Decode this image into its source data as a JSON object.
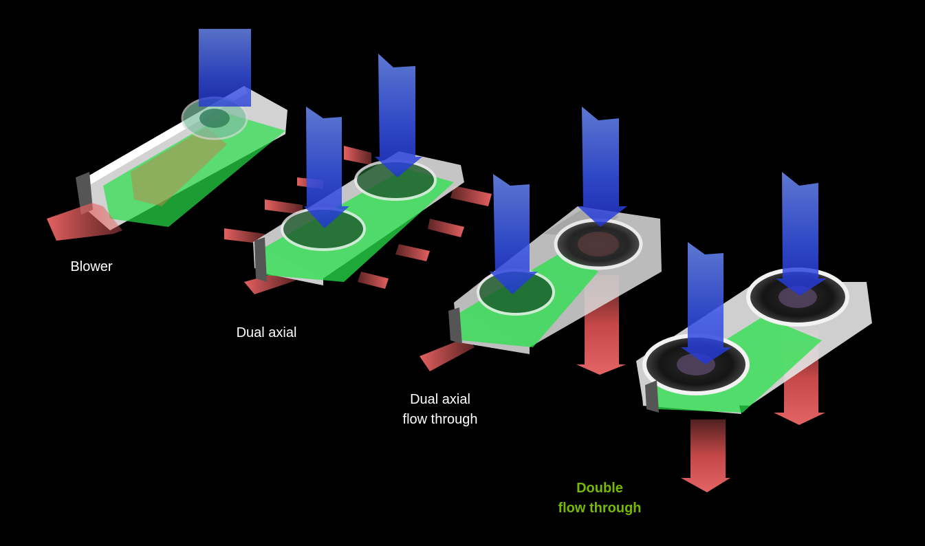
{
  "colors": {
    "background": "#000000",
    "label_text": "#ffffff",
    "highlight_label": "#76b900",
    "intake_arrow": "#3d5be0",
    "exhaust_arrow": "#e04545",
    "pcb": "#27e04a",
    "shroud": "#f2f2f2",
    "fan_dark": "#1c1c1c"
  },
  "designs": [
    {
      "id": "blower",
      "label_lines": [
        "Blower"
      ],
      "highlight": false,
      "icon": "blower-card-icon"
    },
    {
      "id": "dual-axial",
      "label_lines": [
        "Dual axial"
      ],
      "highlight": false,
      "icon": "dual-axial-card-icon"
    },
    {
      "id": "dual-axial-flow-through",
      "label_lines": [
        "Dual axial",
        "flow through"
      ],
      "highlight": false,
      "icon": "flow-through-card-icon"
    },
    {
      "id": "double-flow-through",
      "label_lines": [
        "Double",
        "flow through"
      ],
      "highlight": true,
      "icon": "double-flow-through-card-icon"
    }
  ]
}
